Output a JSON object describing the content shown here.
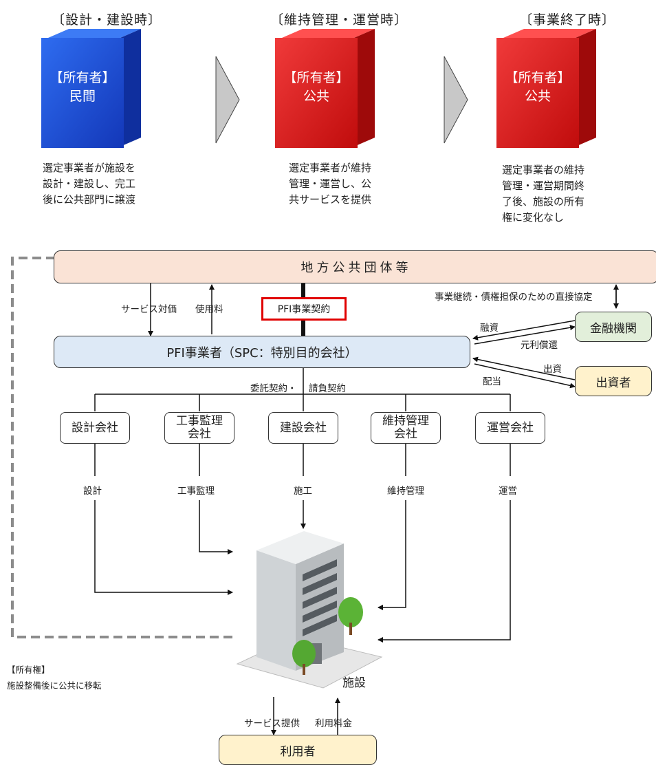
{
  "stages": [
    {
      "title": "〔設計・建設時〕",
      "owner_label": "【所有者】",
      "owner": "民間",
      "desc_lines": [
        "選定事業者が施設を",
        "設計・建設し、完工",
        "後に公共部門に譲渡"
      ]
    },
    {
      "title": "〔維持管理・運営時〕",
      "owner_label": "【所有者】",
      "owner": "公共",
      "desc_lines": [
        "選定事業者が維持",
        "管理・運営し、公",
        "共サービスを提供"
      ]
    },
    {
      "title": "〔事業終了時〕",
      "owner_label": "【所有者】",
      "owner": "公共",
      "desc_lines": [
        "選定事業者の維持",
        "管理・運営期間終",
        "了後、施設の所有",
        "権に変化なし"
      ]
    }
  ],
  "colors": {
    "private_cube": "#1e4fd8",
    "public_cube": "#e02020",
    "gov_box": "#fae3d6",
    "spc_box": "#dde9f6",
    "finance_box": "#e2efda",
    "investor_box": "#fff2cc",
    "user_box": "#fff2cc",
    "contract_border": "#e00000"
  },
  "gov": {
    "label": "地方公共団体等"
  },
  "contract": {
    "label": "PFI事業契約"
  },
  "spc": {
    "label": "PFI事業者（SPC：特別目的会社）"
  },
  "finance": {
    "label": "金融機関"
  },
  "investor": {
    "label": "出資者"
  },
  "user": {
    "label": "利用者"
  },
  "flows": {
    "service_fee": "サービス対価",
    "usage_fee": "使用料",
    "direct_agreement": "事業継続・債権担保のための直接協定",
    "loan": "融資",
    "repayment": "元利償還",
    "investment": "出資",
    "dividend": "配当",
    "consign": "委託契約・",
    "contract_work": "請負契約",
    "service_provision": "サービス提供",
    "user_fee": "利用料金"
  },
  "companies": [
    {
      "name": "設計会社",
      "task": "設計"
    },
    {
      "name": "工事監理会社",
      "name_lines": [
        "工事監理",
        "会社"
      ],
      "task": "工事監理"
    },
    {
      "name": "建設会社",
      "task": "施工"
    },
    {
      "name": "維持管理会社",
      "name_lines": [
        "維持管理",
        "会社"
      ],
      "task": "維持管理"
    },
    {
      "name": "運営会社",
      "task": "運営"
    }
  ],
  "facility": {
    "label": "施設"
  },
  "ownership": {
    "title": "【所有権】",
    "note": "施設整備後に公共に移転"
  }
}
